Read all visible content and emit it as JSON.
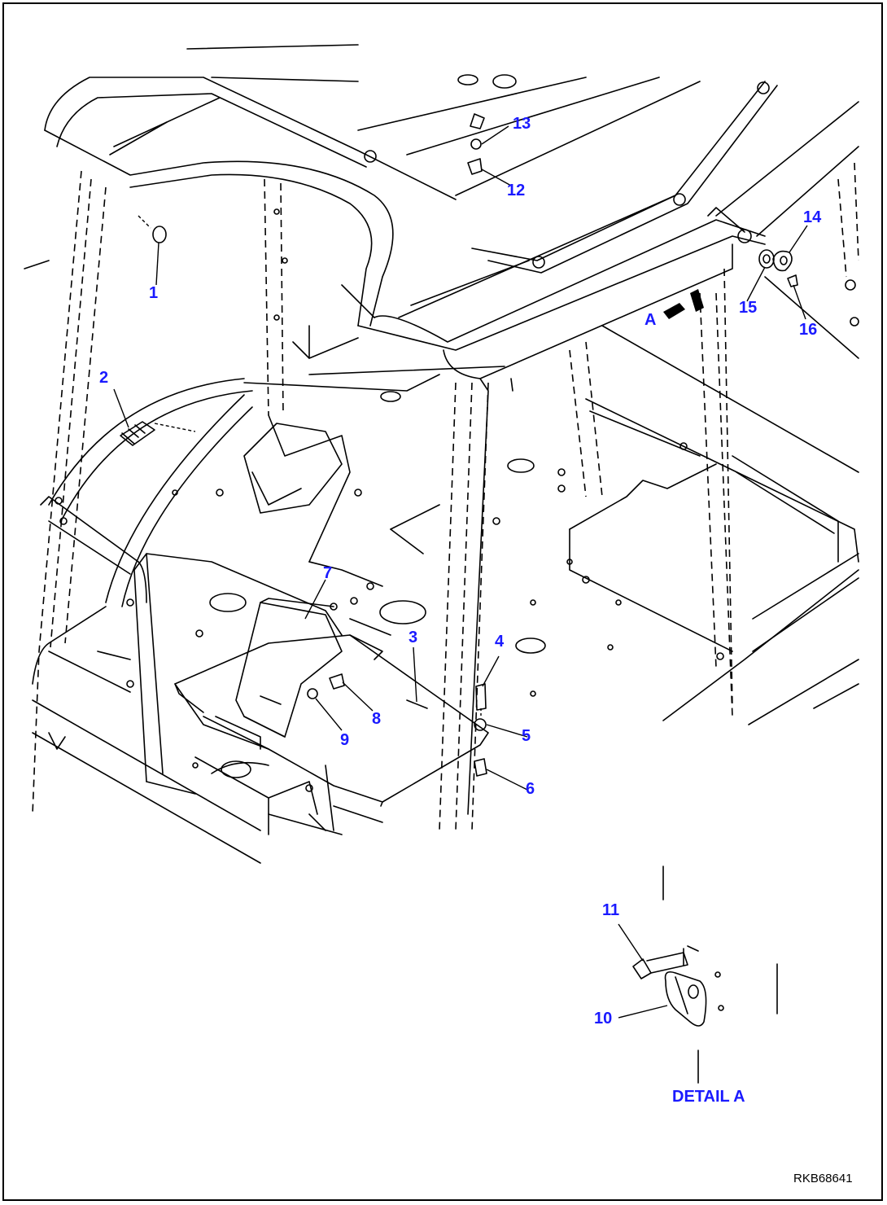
{
  "colors": {
    "callout": "#1a1aff",
    "line": "#000000",
    "background": "#ffffff"
  },
  "callouts": {
    "c1": "1",
    "c2": "2",
    "c3": "3",
    "c4": "4",
    "c5": "5",
    "c6": "6",
    "c7": "7",
    "c8": "8",
    "c9": "9",
    "c10": "10",
    "c11": "11",
    "c12": "12",
    "c13": "13",
    "c14": "14",
    "c15": "15",
    "c16": "16"
  },
  "view_marker": "A",
  "detail_label": "DETAIL A",
  "drawing_code": "RKB68641"
}
